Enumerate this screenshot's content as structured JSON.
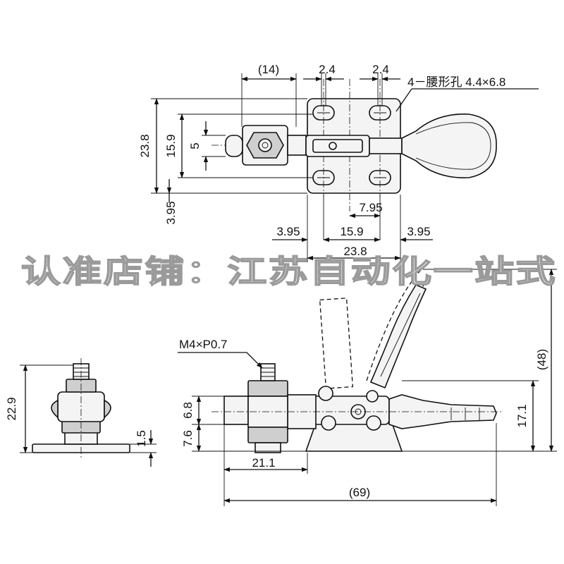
{
  "top_view": {
    "dim_14": "(14)",
    "dim_2_4_left": "2.4",
    "dim_2_4_right": "2.4",
    "slot_note": "4－腰形孔 4.4×6.8",
    "dim_23_8_v": "23.8",
    "dim_15_9_v": "15.9",
    "dim_5_v": "5",
    "dim_3_95_v": "3.95",
    "dim_7_95": "7.95",
    "dim_3_95_left": "3.95",
    "dim_15_9_h": "15.9",
    "dim_3_95_right": "3.95",
    "dim_23_8_h": "23.8"
  },
  "watermark": "认准店铺：江苏自动化一站式",
  "front_view": {
    "thread_note": "M4×P0.7",
    "dim_48": "(48)",
    "dim_6_8": "6.8",
    "dim_7_6": "7.6",
    "dim_17_1": "17.1",
    "dim_21_1": "21.1",
    "dim_69": "(69)"
  },
  "side_view": {
    "dim_22_9": "22.9",
    "dim_1_5": "1.5"
  }
}
